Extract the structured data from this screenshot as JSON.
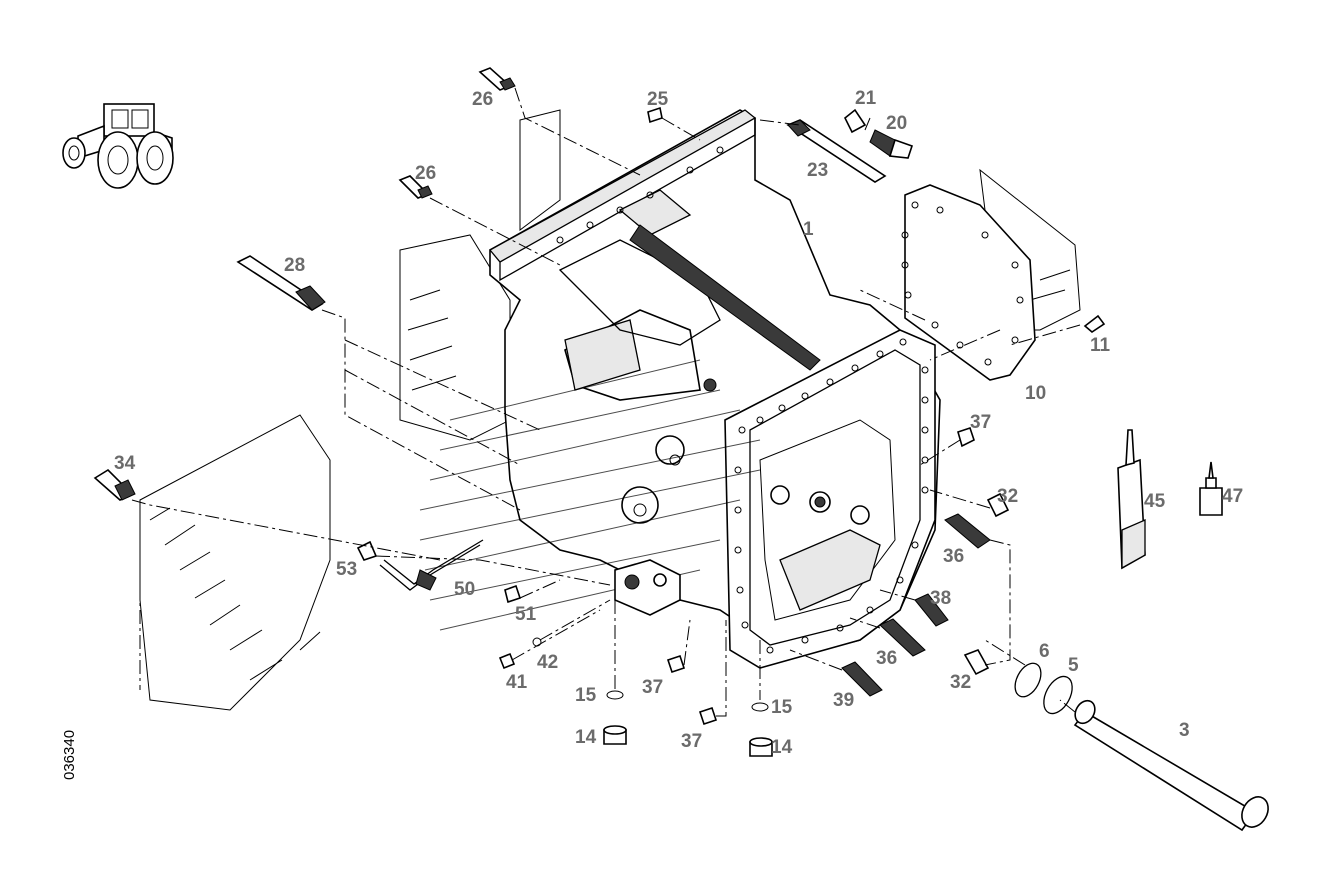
{
  "drawing_id": "036340",
  "callouts": [
    {
      "id": "c26a",
      "text": "26"
    },
    {
      "id": "c25",
      "text": "25"
    },
    {
      "id": "c21",
      "text": "21"
    },
    {
      "id": "c20",
      "text": "20"
    },
    {
      "id": "c23",
      "text": "23"
    },
    {
      "id": "c26b",
      "text": "26"
    },
    {
      "id": "c1",
      "text": "1"
    },
    {
      "id": "c28",
      "text": "28"
    },
    {
      "id": "c11",
      "text": "11"
    },
    {
      "id": "c10",
      "text": "10"
    },
    {
      "id": "c37a",
      "text": "37"
    },
    {
      "id": "c34",
      "text": "34"
    },
    {
      "id": "c32a",
      "text": "32"
    },
    {
      "id": "c45",
      "text": "45"
    },
    {
      "id": "c47",
      "text": "47"
    },
    {
      "id": "c36a",
      "text": "36"
    },
    {
      "id": "c53",
      "text": "53"
    },
    {
      "id": "c50",
      "text": "50"
    },
    {
      "id": "c51",
      "text": "51"
    },
    {
      "id": "c38",
      "text": "38"
    },
    {
      "id": "c42",
      "text": "42"
    },
    {
      "id": "c41",
      "text": "41"
    },
    {
      "id": "c36b",
      "text": "36"
    },
    {
      "id": "c6",
      "text": "6"
    },
    {
      "id": "c5",
      "text": "5"
    },
    {
      "id": "c32b",
      "text": "32"
    },
    {
      "id": "c15a",
      "text": "15"
    },
    {
      "id": "c37b",
      "text": "37"
    },
    {
      "id": "c39",
      "text": "39"
    },
    {
      "id": "c15b",
      "text": "15"
    },
    {
      "id": "c3",
      "text": "3"
    },
    {
      "id": "c14a",
      "text": "14"
    },
    {
      "id": "c37c",
      "text": "37"
    },
    {
      "id": "c14b",
      "text": "14"
    }
  ]
}
